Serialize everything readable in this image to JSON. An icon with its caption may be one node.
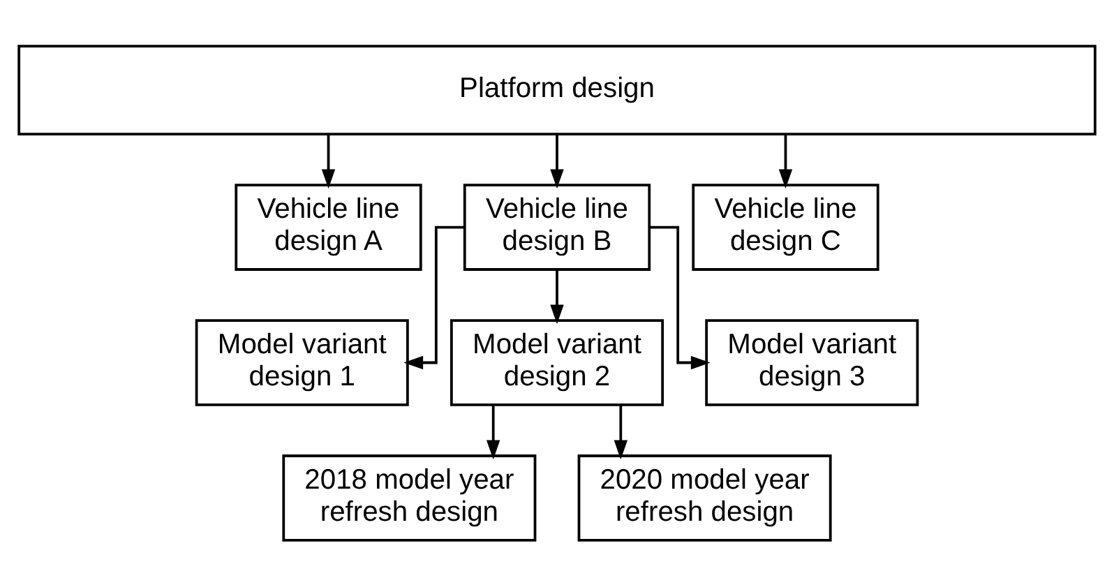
{
  "diagram": {
    "nodes": [
      {
        "text": [
          "Platform design"
        ]
      },
      {
        "text": [
          "Vehicle line design A"
        ]
      },
      {
        "text": [
          "Vehicle line design B"
        ]
      },
      {
        "text": [
          "Vehicle line design C"
        ]
      },
      {
        "text": [
          "Model variant design 1"
        ]
      },
      {
        "text": [
          "Model variant design 2"
        ]
      },
      {
        "text": [
          "Model variant design 3"
        ]
      },
      {
        "text": [
          "2018 model year refresh design"
        ]
      },
      {
        "text": [
          "2020 model year refresh design"
        ]
      }
    ],
    "edges": [
      {
        "from": 0,
        "to": 1,
        "arrow": "to"
      },
      {
        "from": 0,
        "to": 2,
        "arrow": "to"
      },
      {
        "from": 0,
        "to": 3,
        "arrow": "to"
      },
      {
        "from": 2,
        "to": 4,
        "arrow": "to"
      },
      {
        "from": 2,
        "to": 5,
        "arrow": "to"
      },
      {
        "from": 2,
        "to": 6,
        "arrow": "to"
      },
      {
        "from": 5,
        "to": 7,
        "arrow": "to"
      },
      {
        "from": 5,
        "to": 8,
        "arrow": "to"
      }
    ]
  }
}
